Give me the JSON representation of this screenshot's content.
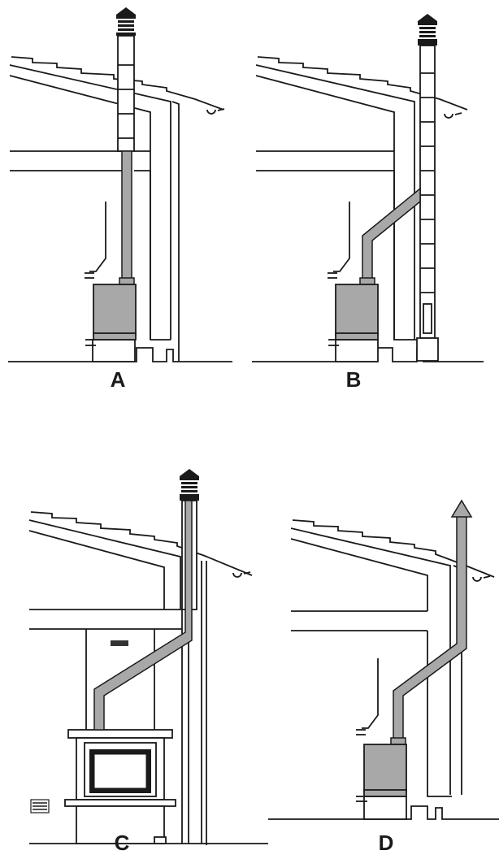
{
  "panels": [
    {
      "id": "A",
      "label": "A"
    },
    {
      "id": "B",
      "label": "B"
    },
    {
      "id": "C",
      "label": "C"
    },
    {
      "id": "D",
      "label": "D"
    }
  ],
  "colors": {
    "line": "#1a1a1a",
    "flue": "#a8a8a8",
    "stove": "#a8a8a8",
    "bg": "#ffffff"
  }
}
